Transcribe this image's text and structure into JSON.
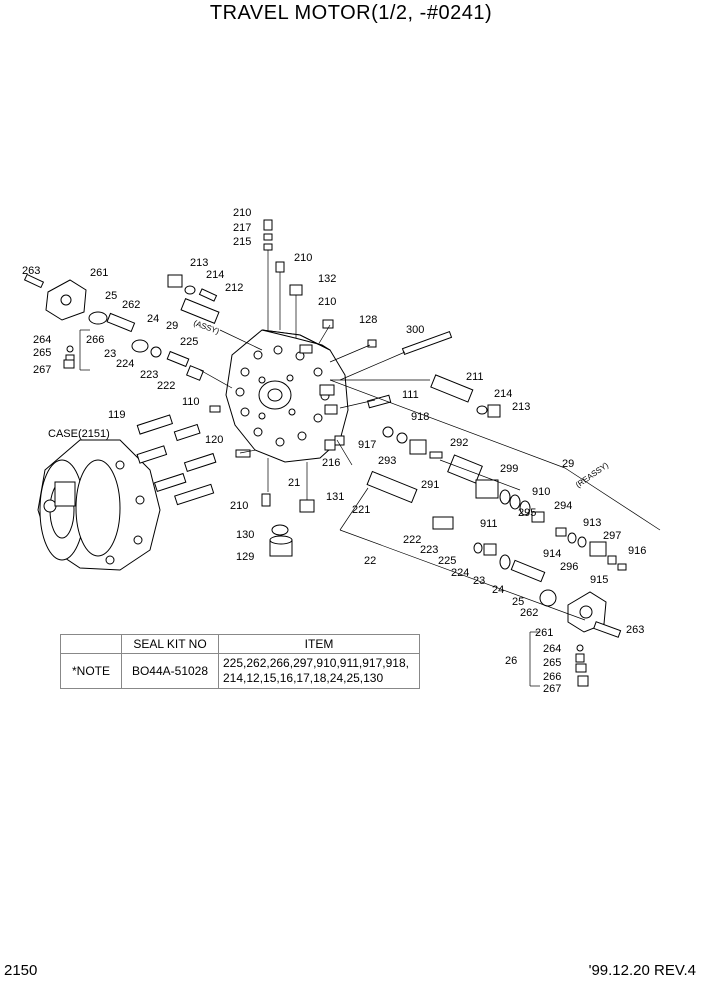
{
  "title": "TRAVEL MOTOR(1/2, -#0241)",
  "case_label": "CASE(2151)",
  "assy_label": "(ASSY)",
  "reassy_label": "(REASSY)",
  "callouts": [
    "210",
    "217",
    "215",
    "210",
    "213",
    "214",
    "212",
    "263",
    "261",
    "25",
    "262",
    "24",
    "29",
    "264",
    "266",
    "23",
    "265",
    "224",
    "225",
    "267",
    "223",
    "222",
    "132",
    "210",
    "128",
    "300",
    "111",
    "211",
    "214",
    "213",
    "918",
    "917",
    "293",
    "292",
    "29",
    "119",
    "110",
    "120",
    "216",
    "291",
    "299",
    "910",
    "911",
    "294",
    "295",
    "913",
    "914",
    "297",
    "296",
    "916",
    "915",
    "21",
    "210",
    "131",
    "130",
    "129",
    "221",
    "222",
    "223",
    "225",
    "224",
    "23",
    "22",
    "24",
    "25",
    "262",
    "261",
    "263",
    "26",
    "264",
    "265",
    "266",
    "267"
  ],
  "note_table": {
    "headers": [
      "",
      "SEAL KIT NO",
      "ITEM"
    ],
    "row": {
      "note": "*NOTE",
      "kit": "BO44A-51028",
      "items_line1": "225,262,266,297,910,911,917,918,",
      "items_line2": "214,12,15,16,17,18,24,25,130"
    }
  },
  "footer": {
    "page_number": "2150",
    "revision": "'99.12.20 REV.4"
  }
}
